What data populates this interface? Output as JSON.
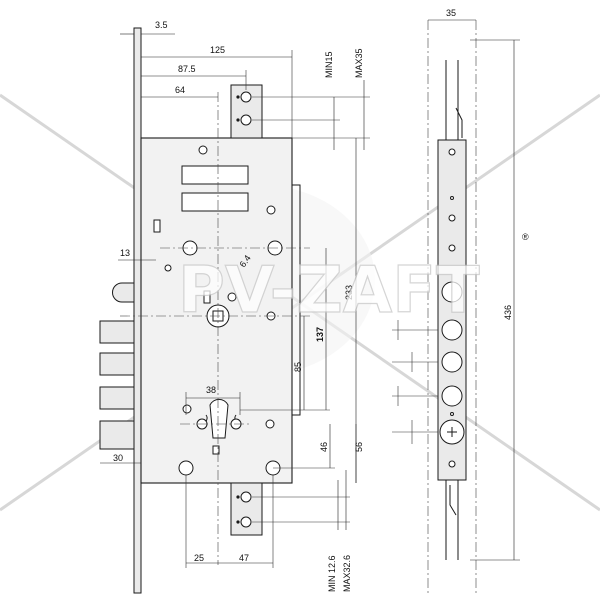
{
  "watermark": {
    "brand": "PV-ZAFT",
    "registered_mark": "®"
  },
  "front_view": {
    "dimensions": {
      "plate_thickness": "3.5",
      "body_width": "125",
      "hole_offset_large": "87.5",
      "hole_offset_small": "64",
      "min_top": "MIN15",
      "max_top": "MAX35",
      "spindle_offset": "13",
      "square_size": "6.4",
      "body_height": "233",
      "to_bolt": "137",
      "spindle_to_cylinder": "85",
      "cylinder_width": "38",
      "to_lower_hole": "46",
      "to_bottom": "56",
      "bolt_projection": "30",
      "bottom_left": "25",
      "bottom_right": "47",
      "min_bottom": "MIN 12.6",
      "max_bottom": "MAX32.6"
    }
  },
  "side_view": {
    "dimensions": {
      "width": "35",
      "total_height": "436"
    }
  }
}
